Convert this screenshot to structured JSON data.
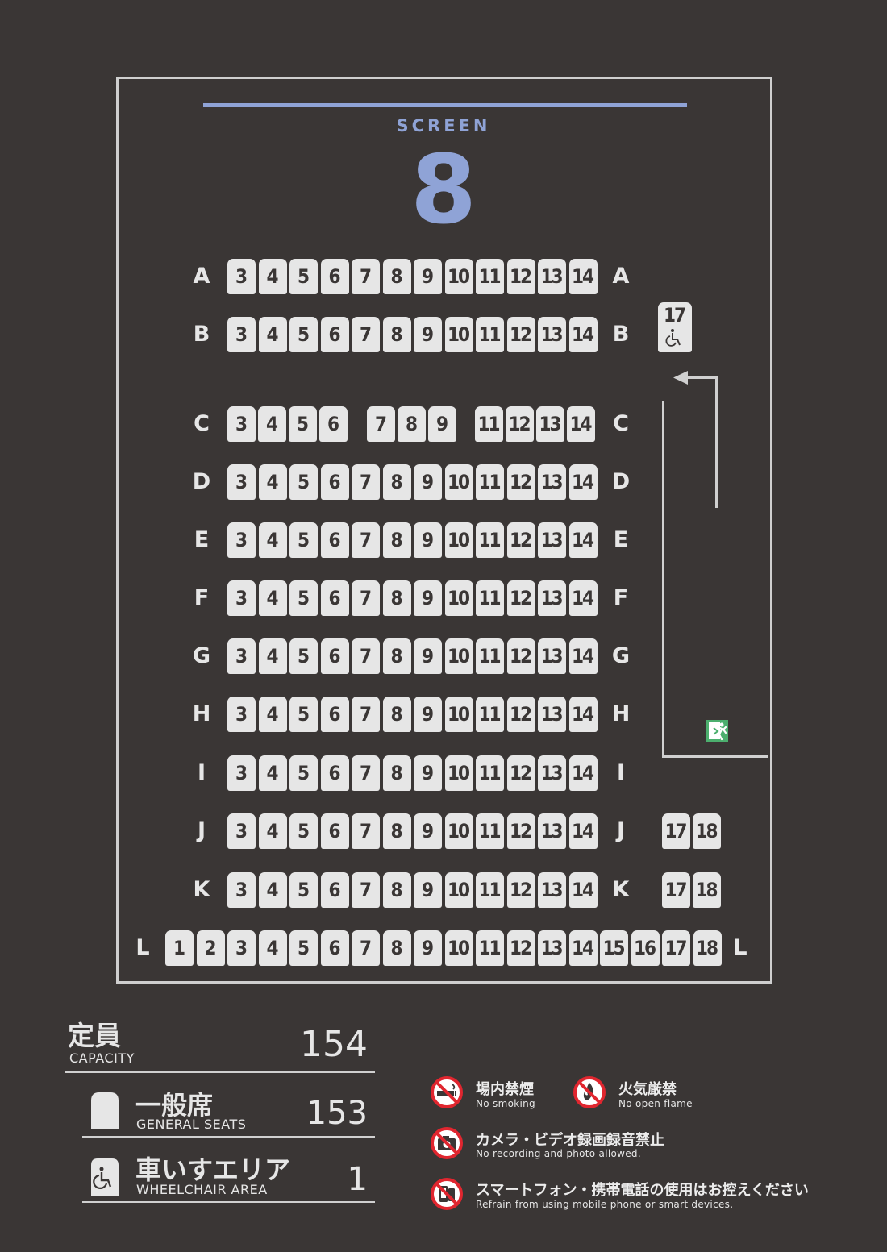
{
  "screen": {
    "label": "SCREEN",
    "number": "8",
    "accent_color": "#8fa3d6"
  },
  "rows": [
    {
      "label": "A",
      "seats": [
        "3",
        "4",
        "5",
        "6",
        "7",
        "8",
        "9",
        "10",
        "11",
        "12",
        "13",
        "14"
      ]
    },
    {
      "label": "B",
      "seats": [
        "3",
        "4",
        "5",
        "6",
        "7",
        "8",
        "9",
        "10",
        "11",
        "12",
        "13",
        "14"
      ],
      "wheelchair_seat": "17"
    },
    {
      "label": "C",
      "seats": [
        "3",
        "4",
        "5",
        "6",
        "7",
        "8",
        "9",
        "11",
        "12",
        "13",
        "14"
      ]
    },
    {
      "label": "D",
      "seats": [
        "3",
        "4",
        "5",
        "6",
        "7",
        "8",
        "9",
        "10",
        "11",
        "12",
        "13",
        "14"
      ]
    },
    {
      "label": "E",
      "seats": [
        "3",
        "4",
        "5",
        "6",
        "7",
        "8",
        "9",
        "10",
        "11",
        "12",
        "13",
        "14"
      ]
    },
    {
      "label": "F",
      "seats": [
        "3",
        "4",
        "5",
        "6",
        "7",
        "8",
        "9",
        "10",
        "11",
        "12",
        "13",
        "14"
      ]
    },
    {
      "label": "G",
      "seats": [
        "3",
        "4",
        "5",
        "6",
        "7",
        "8",
        "9",
        "10",
        "11",
        "12",
        "13",
        "14"
      ]
    },
    {
      "label": "H",
      "seats": [
        "3",
        "4",
        "5",
        "6",
        "7",
        "8",
        "9",
        "10",
        "11",
        "12",
        "13",
        "14"
      ]
    },
    {
      "label": "I",
      "seats": [
        "3",
        "4",
        "5",
        "6",
        "7",
        "8",
        "9",
        "10",
        "11",
        "12",
        "13",
        "14"
      ]
    },
    {
      "label": "J",
      "seats": [
        "3",
        "4",
        "5",
        "6",
        "7",
        "8",
        "9",
        "10",
        "11",
        "12",
        "13",
        "14"
      ],
      "side_seats": [
        "17",
        "18"
      ]
    },
    {
      "label": "K",
      "seats": [
        "3",
        "4",
        "5",
        "6",
        "7",
        "8",
        "9",
        "10",
        "11",
        "12",
        "13",
        "14"
      ],
      "side_seats": [
        "17",
        "18"
      ]
    },
    {
      "label": "L",
      "seats": [
        "1",
        "2",
        "3",
        "4",
        "5",
        "6",
        "7",
        "8",
        "9",
        "10",
        "11",
        "12",
        "13",
        "14",
        "15",
        "16",
        "17",
        "18"
      ]
    }
  ],
  "legend": {
    "capacity": {
      "jp": "定員",
      "en": "CAPACITY",
      "value": "154"
    },
    "general": {
      "jp": "一般席",
      "en": "GENERAL SEATS",
      "value": "153"
    },
    "wheelchair": {
      "jp": "車いすエリア",
      "en": "WHEELCHAIR AREA",
      "value": "1"
    }
  },
  "notices": [
    {
      "icon": "no-smoking-icon",
      "jp": "場内禁煙",
      "en": "No smoking"
    },
    {
      "icon": "no-open-flame-icon",
      "jp": "火気厳禁",
      "en": "No open flame"
    },
    {
      "icon": "no-recording-icon",
      "jp": "カメラ・ビデオ録画録音禁止",
      "en": "No recording and photo allowed."
    },
    {
      "icon": "no-phone-icon",
      "jp": "スマートフォン・携帯電話の使用はお控えください",
      "en": "Refrain from using mobile phone or smart devices."
    }
  ],
  "colors": {
    "background": "#3a3635",
    "seat": "#e6e6e6",
    "exit_sign": "#4caf6e",
    "prohibition": "#e0262f"
  }
}
